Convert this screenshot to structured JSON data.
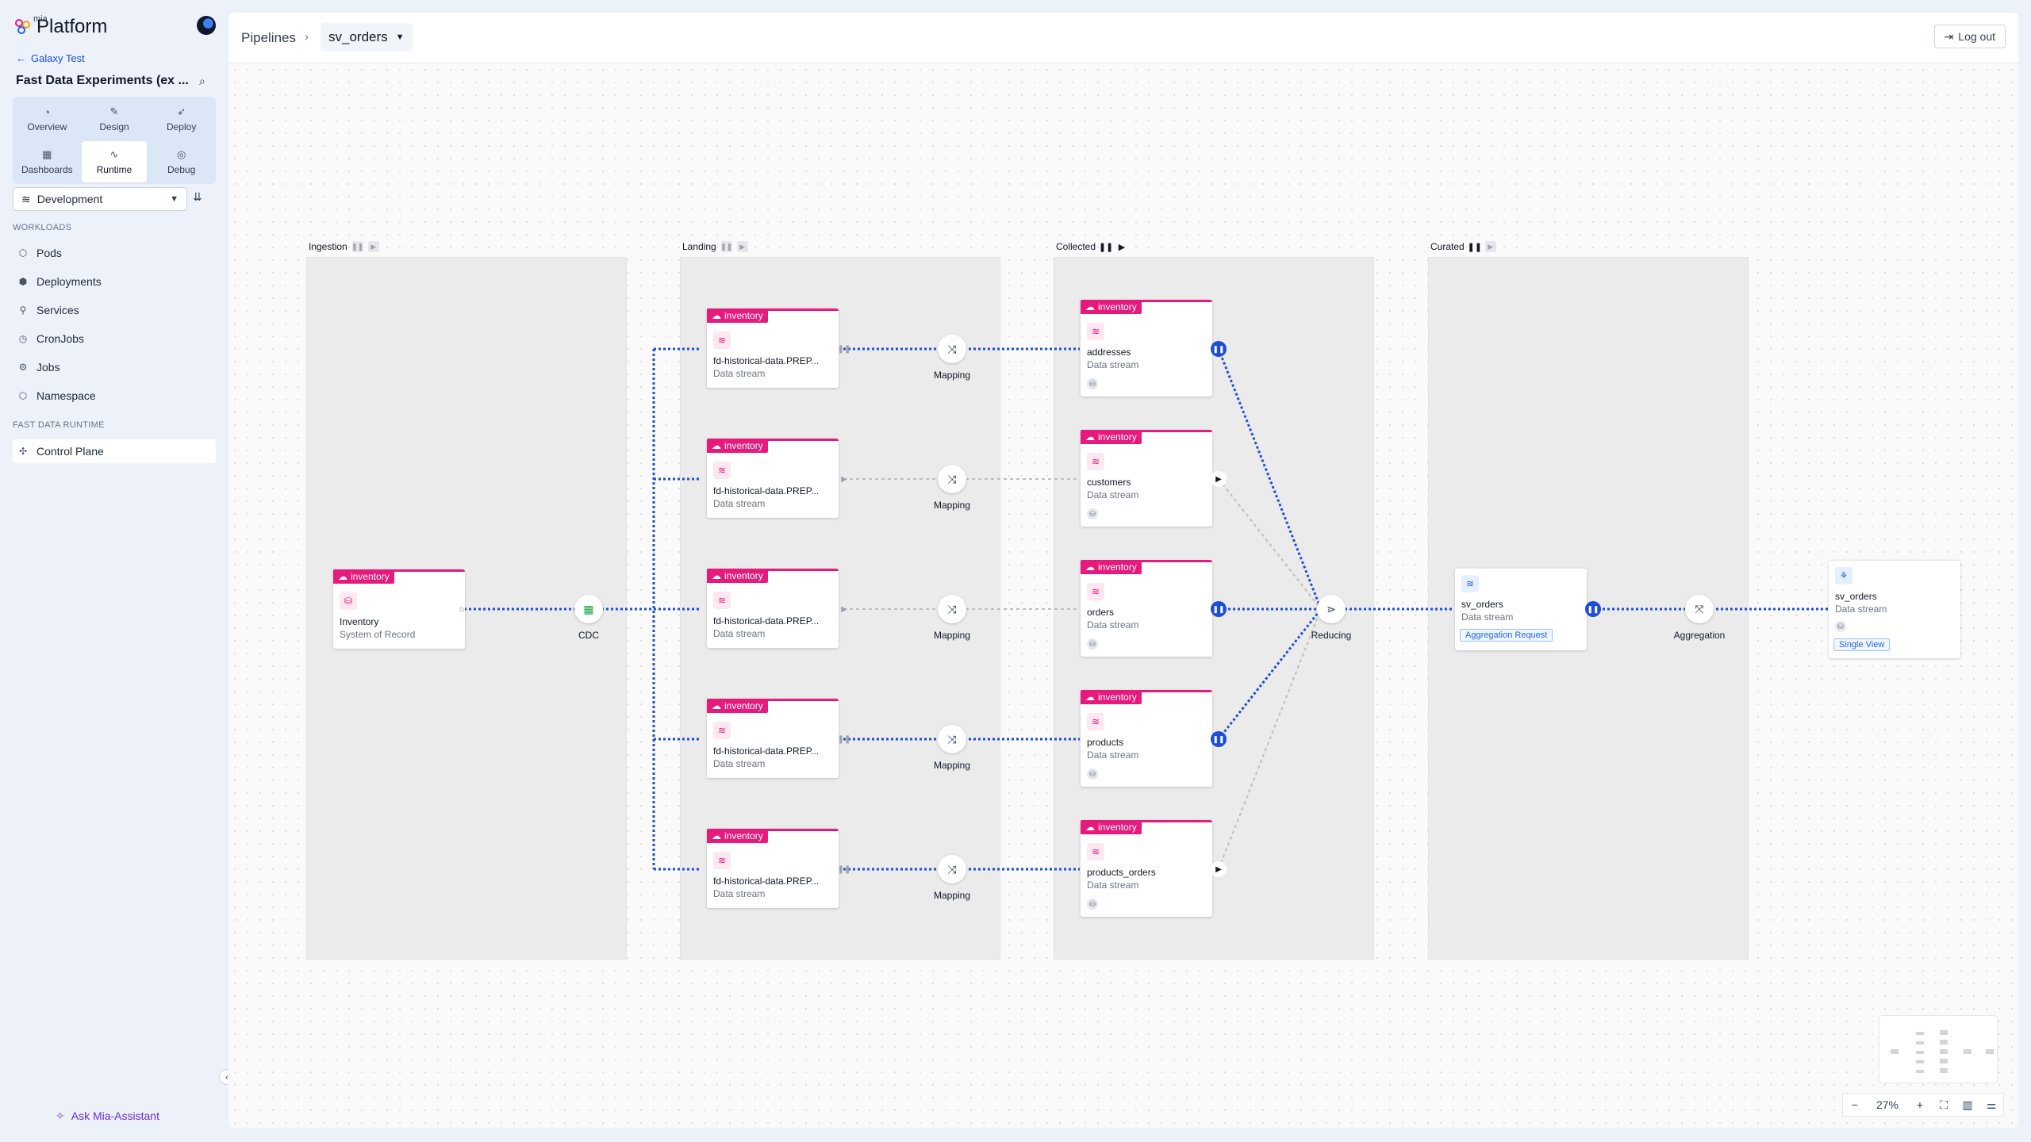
{
  "brand": {
    "prefix": "mia",
    "name": "Platform"
  },
  "sidebar": {
    "back_label": "Galaxy Test",
    "project_title": "Fast Data Experiments (ex ...",
    "tabs": [
      {
        "label": "Overview",
        "icon": "overview-icon"
      },
      {
        "label": "Design",
        "icon": "pencil-icon"
      },
      {
        "label": "Deploy",
        "icon": "rocket-icon"
      },
      {
        "label": "Dashboards",
        "icon": "grid-icon"
      },
      {
        "label": "Runtime",
        "icon": "pulse-icon"
      },
      {
        "label": "Debug",
        "icon": "check-circle-icon"
      }
    ],
    "active_tab": "Runtime",
    "environment": "Development",
    "workloads_title": "WORKLOADS",
    "workloads": [
      {
        "label": "Pods"
      },
      {
        "label": "Deployments"
      },
      {
        "label": "Services"
      },
      {
        "label": "CronJobs"
      },
      {
        "label": "Jobs"
      },
      {
        "label": "Namespace"
      }
    ],
    "fast_data_title": "FAST DATA RUNTIME",
    "fast_data_items": [
      {
        "label": "Control Plane"
      }
    ],
    "assistant_label": "Ask Mia-Assistant"
  },
  "header": {
    "breadcrumb_root": "Pipelines",
    "breadcrumb_current": "sv_orders",
    "logout_label": "Log out"
  },
  "stages": [
    {
      "label": "Ingestion"
    },
    {
      "label": "Landing"
    },
    {
      "label": "Collected"
    },
    {
      "label": "Curated"
    }
  ],
  "nodes": {
    "source": {
      "tag": "inventory",
      "title": "Inventory",
      "subtitle": "System of Record"
    },
    "landing": [
      {
        "tag": "inventory",
        "title": "fd-historical-data.PREP...",
        "subtitle": "Data stream"
      },
      {
        "tag": "inventory",
        "title": "fd-historical-data.PREP...",
        "subtitle": "Data stream"
      },
      {
        "tag": "inventory",
        "title": "fd-historical-data.PREP...",
        "subtitle": "Data stream"
      },
      {
        "tag": "inventory",
        "title": "fd-historical-data.PREP...",
        "subtitle": "Data stream"
      },
      {
        "tag": "inventory",
        "title": "fd-historical-data.PREP...",
        "subtitle": "Data stream"
      }
    ],
    "collected": [
      {
        "tag": "inventory",
        "title": "addresses",
        "subtitle": "Data stream"
      },
      {
        "tag": "inventory",
        "title": "customers",
        "subtitle": "Data stream"
      },
      {
        "tag": "inventory",
        "title": "orders",
        "subtitle": "Data stream"
      },
      {
        "tag": "inventory",
        "title": "products",
        "subtitle": "Data stream"
      },
      {
        "tag": "inventory",
        "title": "products_orders",
        "subtitle": "Data stream"
      }
    ],
    "curated": {
      "title": "sv_orders",
      "subtitle": "Data stream",
      "badge": "Aggregation Request"
    },
    "output": {
      "title": "sv_orders",
      "subtitle": "Data stream",
      "badge": "Single View"
    }
  },
  "operators": {
    "cdc": "CDC",
    "mapping": "Mapping",
    "reducing": "Reducing",
    "aggregation": "Aggregation"
  },
  "zoom": {
    "level": "27%"
  },
  "colors": {
    "accent": "#e6197c",
    "flow_active": "#1d4ed8",
    "flow_idle": "#bdbdbd"
  }
}
